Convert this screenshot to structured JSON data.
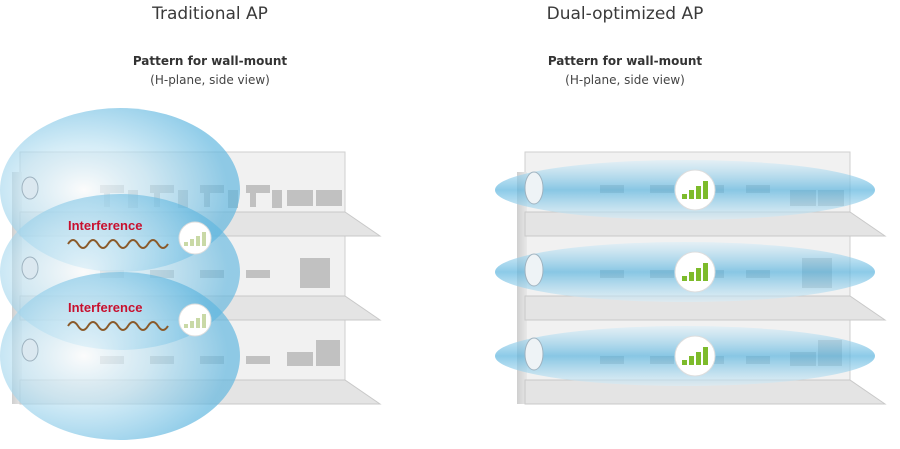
{
  "left_panel": {
    "title": "Traditional AP",
    "pattern_heading": "Pattern for wall-mount",
    "pattern_subheading": "(H-plane, side view)",
    "interference_labels": [
      "Interference",
      "Interference"
    ]
  },
  "right_panel": {
    "title": "Dual-optimized AP",
    "pattern_heading": "Pattern for wall-mount",
    "pattern_subheading": "(H-plane, side view)"
  },
  "colors": {
    "beam": "#6ec3e6",
    "interference_text": "#c8102e",
    "signal_bars": "#7dbb2b",
    "floor": "#d9d9d9"
  }
}
